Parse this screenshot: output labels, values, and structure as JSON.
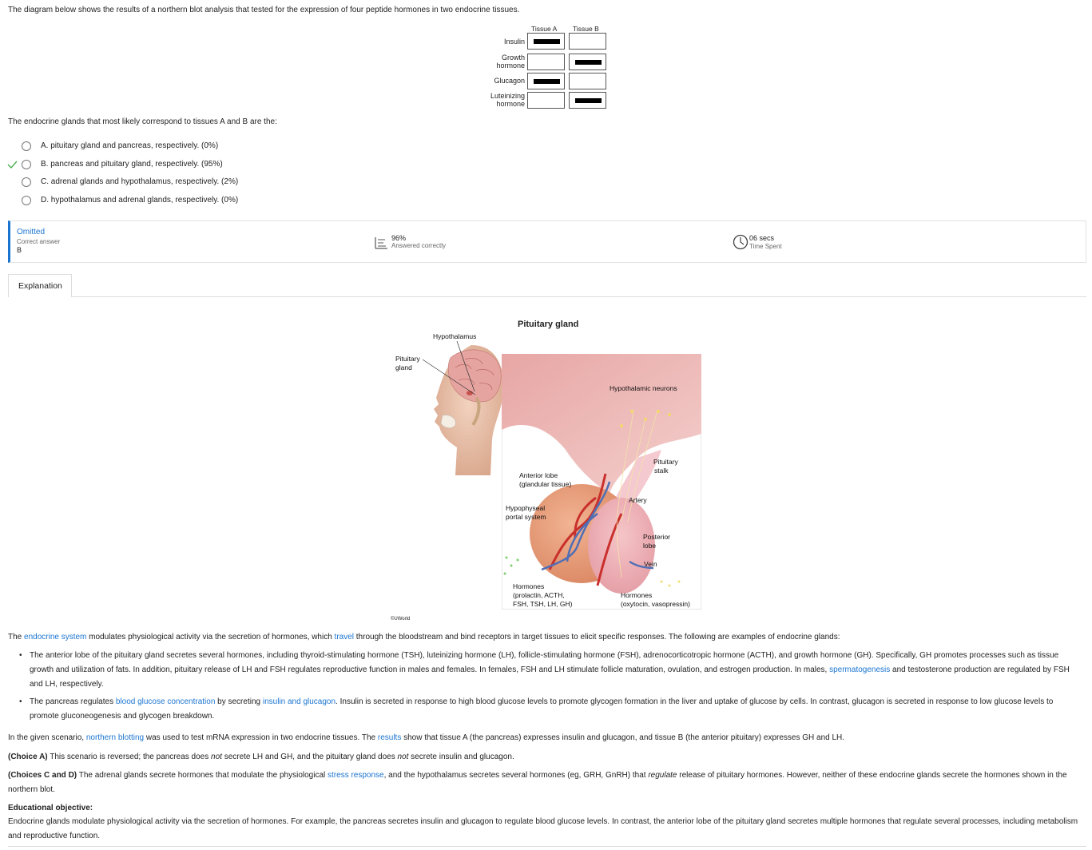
{
  "question": {
    "intro": "The diagram below shows the results of a northern blot analysis that tested for the expression of four peptide hormones in two endocrine tissues.",
    "stem": "The endocrine glands that most likely correspond to tissues A and B are the:"
  },
  "blot": {
    "col_a": "Tissue A",
    "col_b": "Tissue B",
    "rows": [
      {
        "l1": "Insulin",
        "l2": "",
        "a": true,
        "b": false
      },
      {
        "l1": "Growth",
        "l2": "hormone",
        "a": false,
        "b": true
      },
      {
        "l1": "Glucagon",
        "l2": "",
        "a": true,
        "b": false
      },
      {
        "l1": "Luteinizing",
        "l2": "hormone",
        "a": false,
        "b": true
      }
    ]
  },
  "choices": [
    {
      "text": "A.  pituitary gland and pancreas, respectively.  (0%)",
      "correct": false
    },
    {
      "text": "B.  pancreas and pituitary gland, respectively.  (95%)",
      "correct": true
    },
    {
      "text": "C.  adrenal glands and hypothalamus, respectively.  (2%)",
      "correct": false
    },
    {
      "text": "D.  hypothalamus and adrenal glands, respectively.  (0%)",
      "correct": false
    }
  ],
  "stats": {
    "status": "Omitted",
    "correct_label": "Correct answer",
    "correct_value": "B",
    "percent": "96%",
    "percent_label": "Answered correctly",
    "time": "06 secs",
    "time_label": "Time Spent"
  },
  "tab": {
    "label": "Explanation"
  },
  "figure": {
    "title": "Pituitary gland",
    "hypothalamus": "Hypothalamus",
    "pituitary_l1": "Pituitary",
    "pituitary_l2": "gland",
    "hyp_neurons": "Hypothalamic neurons",
    "stalk_l1": "Pituitary",
    "stalk_l2": "stalk",
    "anterior_l1": "Anterior lobe",
    "anterior_l2": "(glandular tissue)",
    "artery": "Artery",
    "portal_l1": "Hypophyseal",
    "portal_l2": "portal system",
    "posterior_l1": "Posterior",
    "posterior_l2": "lobe",
    "vein": "Vein",
    "hormones_a_l1": "Hormones",
    "hormones_a_l2": "(prolactin, ACTH,",
    "hormones_a_l3": "FSH, TSH, LH, GH)",
    "hormones_p_l1": "Hormones",
    "hormones_p_l2": "(oxytocin, vasopressin)",
    "credit": "©UWorld"
  },
  "explanation": {
    "p1_a": "The ",
    "p1_link1": "endocrine system",
    "p1_b": " modulates physiological activity via the secretion of hormones, which ",
    "p1_link2": "travel",
    "p1_c": " through the bloodstream and bind receptors in target tissues to elicit specific responses.  The following are examples of endocrine glands:",
    "b1_a": "The anterior lobe of the pituitary gland secretes several hormones, including thyroid-stimulating hormone (TSH), luteinizing hormone (LH), follicle-stimulating hormone (FSH), adrenocorticotropic hormone (ACTH), and growth hormone (GH).  Specifically, GH promotes processes such as tissue growth and utilization of fats.  In addition, pituitary release of LH and FSH regulates reproductive function in males and females.  In females, FSH and LH stimulate follicle maturation, ovulation, and estrogen production.  In males, ",
    "b1_link": "spermatogenesis",
    "b1_b": " and testosterone production are regulated by FSH and LH, respectively.",
    "b2_a": "The pancreas regulates ",
    "b2_link1": "blood glucose concentration",
    "b2_b": " by secreting ",
    "b2_link2": "insulin and glucagon",
    "b2_c": ".  Insulin is secreted in response to high blood glucose levels to promote glycogen formation in the liver and uptake of glucose by cells.  In contrast, glucagon is secreted in response to low glucose levels to promote gluconeogenesis and glycogen breakdown.",
    "p2_a": "In the given scenario, ",
    "p2_link1": "northern blotting",
    "p2_b": " was used to test mRNA expression in two endocrine tissues.  The ",
    "p2_link2": "results",
    "p2_c": " show that tissue A (the pancreas) expresses insulin and glucagon, and tissue B (the anterior pituitary) expresses GH and LH.",
    "p3_label": "(Choice A)",
    "p3_a": "  This scenario is reversed; the pancreas does ",
    "p3_em1": "not",
    "p3_b": " secrete LH and GH, and the pituitary gland does ",
    "p3_em2": "not",
    "p3_c": " secrete insulin and glucagon.",
    "p4_label": "(Choices C and D)",
    "p4_a": "  The adrenal glands secrete hormones that modulate the physiological ",
    "p4_link": "stress response",
    "p4_b": ", and the hypothalamus secretes several hormones (eg, GRH, GnRH) that ",
    "p4_em": "regulate",
    "p4_c": " release of pituitary hormones.  However, neither of these endocrine glands secrete the hormones shown in the northern blot.",
    "edu_label": "Educational objective:",
    "edu_text": "Endocrine glands modulate physiological activity via the secretion of hormones.  For example, the pancreas secretes insulin and glucagon to regulate blood glucose levels.  In contrast, the anterior lobe of the pituitary gland secretes multiple hormones that regulate several processes, including metabolism and reproductive function."
  },
  "colors": {
    "link": "#1b75d0",
    "correct_check": "#4caf50",
    "band": "#000000"
  }
}
